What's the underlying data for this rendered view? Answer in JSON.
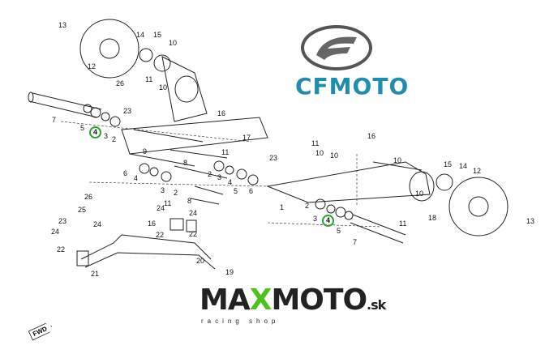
{
  "brand": {
    "logo_text": "CFMOTO",
    "accent": "#1f8eae"
  },
  "dealer": {
    "name_prefix": "MA",
    "name_x": "X",
    "name_suffix": "MOTO",
    "tld": ".sk",
    "tagline": "racing shop",
    "accent": "#4cc21f"
  },
  "direction_badge": "FWD",
  "highlight_color": "#2aa02a",
  "callouts": [
    "13",
    "12",
    "14",
    "15",
    "10",
    "11",
    "26",
    "10",
    "7",
    "5",
    "4",
    "3",
    "2",
    "23",
    "16",
    "17",
    "9",
    "11",
    "8",
    "6",
    "4",
    "3",
    "2",
    "2",
    "3",
    "4",
    "5",
    "6",
    "8",
    "11",
    "26",
    "25",
    "24",
    "24",
    "24",
    "23",
    "24",
    "16",
    "22",
    "22",
    "22",
    "20",
    "19",
    "21",
    "1",
    "23",
    "11",
    "10",
    "10",
    "16",
    "10",
    "15",
    "14",
    "12",
    "10",
    "18",
    "11",
    "2",
    "3",
    "4",
    "5",
    "7",
    "13"
  ]
}
